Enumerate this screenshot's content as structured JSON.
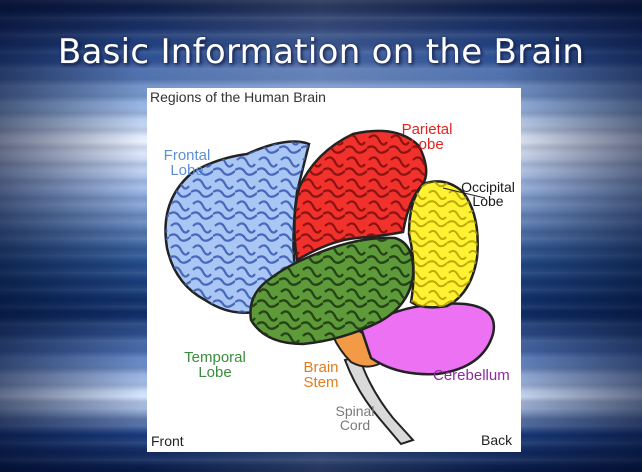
{
  "slide": {
    "title": "Basic Information on the Brain"
  },
  "figure": {
    "title": "Regions of the Human Brain",
    "labels": {
      "frontal": [
        "Frontal",
        "Lobe"
      ],
      "parietal": [
        "Parietal",
        "Lobe"
      ],
      "occipital": [
        "Occipital",
        "Lobe"
      ],
      "temporal": [
        "Temporal",
        "Lobe"
      ],
      "brain_stem": [
        "Brain",
        "Stem"
      ],
      "cerebellum": "Cerebellum",
      "spinal_cord": [
        "Spinal",
        "Cord"
      ],
      "front": "Front",
      "back": "Back"
    },
    "colors": {
      "frontal": "#a9c6f5",
      "parietal": "#f0312c",
      "occipital": "#fff233",
      "temporal": "#5e9a3a",
      "brain_stem": "#f29a45",
      "cerebellum": "#ec71f3",
      "spinal_cord": "#d9d9d9"
    }
  }
}
